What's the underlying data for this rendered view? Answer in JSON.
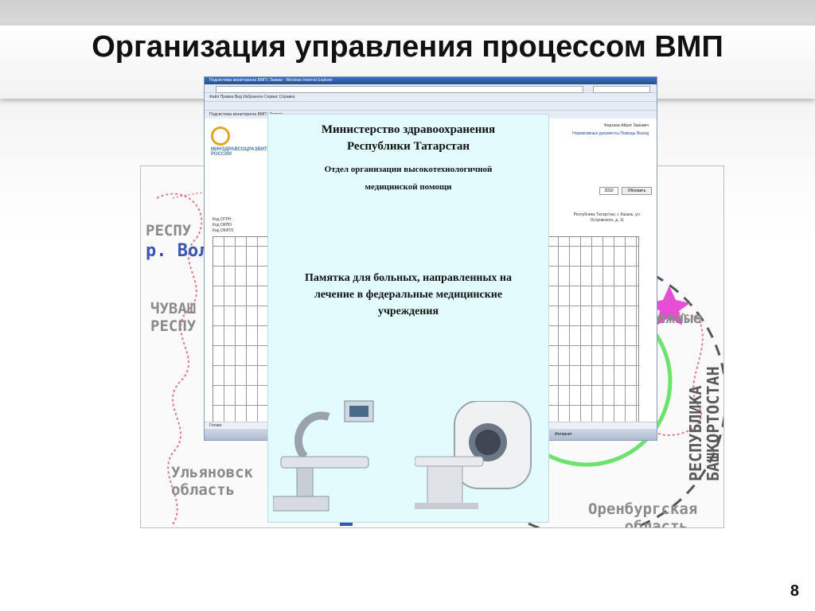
{
  "slide": {
    "title": "Организация управления процессом ВМП",
    "page_number": "8"
  },
  "map": {
    "labels": {
      "respublika_top": "РЕСПУ",
      "river_volga": "р. Вол",
      "chuvash": "ЧУВАШ\nРЕСПУ",
      "ulyanovsk": "Ульяновск\nобласть",
      "naberezhnye": "ежные",
      "orenburg": "Оренбургская\n    область",
      "bashkortostan": "РЕСПУБЛИКА\nБАШКОРТОСТАН"
    },
    "colors": {
      "border_red": "#e07a8a",
      "dashed": "#555555",
      "green_circle": "#6de36d",
      "magenta_star": "#e64ed6",
      "blue_marker": "#3a55b5"
    }
  },
  "browser": {
    "window_title": "Подсистема мониторинга ВМП | Заявки - Windows Internet Explorer",
    "menu": "Файл   Правка   Вид   Избранное   Сервис   Справка",
    "tab": "Подсистема мониторинга ВМП | Заявки",
    "logo_text": "МИНЗДРАВСОЦРАЗВИТИЯ\nРОССИИ",
    "user": "Фархаов Айрат Заинвич",
    "links": "Нормативные документы  Помощь  Выход",
    "year": "2010",
    "refresh_button": "Обновить",
    "codes": "Код ОГРН\nКод ОКПО\nКод ОКАТО",
    "address_right": "Республика Татарстан, г. Казань, ул.\nОстровского, д. 11",
    "status": "Готово",
    "taskbar_internet": "Интернет"
  },
  "memo": {
    "ministry": "Министерство здравоохранения\nРеспублики Татарстан",
    "department": "Отдел организации высокотехнологичной\nмедицинской помощи",
    "title": "Памятка для больных, направленных на\nлечение в федеральные медицинские\nучреждения",
    "colors": {
      "background": "#e2fbfd"
    }
  }
}
